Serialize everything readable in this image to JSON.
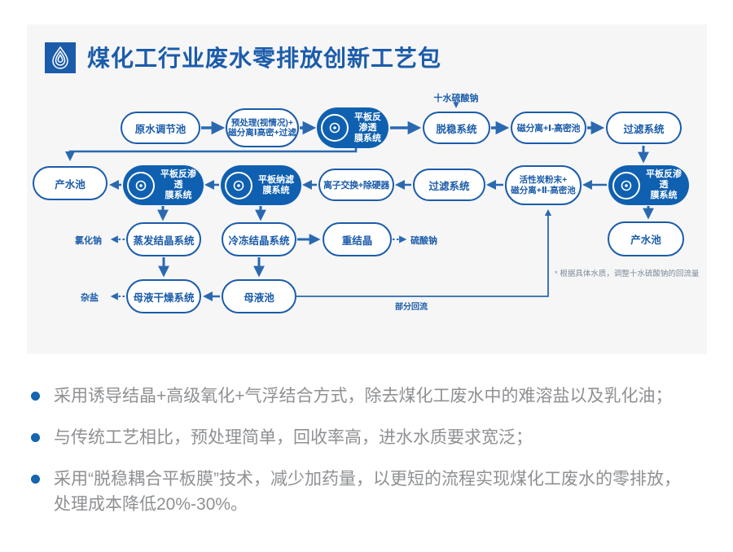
{
  "colors": {
    "blue": "#1b5caa",
    "fillBlue": "#0f60b0",
    "line": "#2a69b0",
    "cardBg": "#f6f6f7",
    "textGray": "#8e9093",
    "noteGray": "#7d8b99",
    "bulletBlue": "#1565b0"
  },
  "header": {
    "title": "煤化工行业废水零排放创新工艺包"
  },
  "flowchart": {
    "nodes": {
      "raw_water": {
        "label": "原水调节池"
      },
      "pretreat": {
        "line1": "预处理(视情况)+",
        "line2": "磁分离Ⅰ高密+过滤"
      },
      "ro_top": {
        "line1": "平板反渗透",
        "line2": "膜系统"
      },
      "destab": {
        "label": "脱稳系统"
      },
      "magsep1": {
        "label": "磁分离+Ⅰ-高密池"
      },
      "filter_top": {
        "label": "过滤系统"
      },
      "product_left": {
        "label": "产水池"
      },
      "ro_left": {
        "line1": "平板反渗透",
        "line2": "膜系统"
      },
      "nf": {
        "line1": "平板纳滤",
        "line2": "膜系统"
      },
      "ion_exchange": {
        "label": "离子交换+除硬器"
      },
      "filter_mid": {
        "label": "过滤系统"
      },
      "carbon": {
        "line1": "活性炭粉末+",
        "line2": "磁分离+Ⅱ-高密池"
      },
      "ro_right": {
        "line1": "平板反渗透",
        "line2": "膜系统"
      },
      "evap": {
        "label": "蒸发结晶系统"
      },
      "freeze": {
        "label": "冷冻结晶系统"
      },
      "recryst": {
        "label": "重结晶"
      },
      "product_right": {
        "label": "产水池"
      },
      "mother_dry": {
        "label": "母液干燥系统"
      },
      "mother_pool": {
        "label": "母液池"
      }
    },
    "annotations": {
      "sodium_sulfate_feed": "十水硫酸钠",
      "nacl": "氯化钠",
      "na2so4": "硫酸钠",
      "mixed_salt": "杂盐",
      "partial_reflux": "部分回流",
      "note": "* 根据具体水质，调整十水硫酸钠的回流量"
    }
  },
  "bullets": [
    "采用诱导结晶+高级氧化+气浮结合方式，除去煤化工废水中的难溶盐以及乳化油；",
    "与传统工艺相比，预处理简单，回收率高，进水水质要求宽泛；",
    "采用“脱稳耦合平板膜”技术，减少加药量，以更短的流程实现煤化工废水的零排放，处理成本降低20%-30%。"
  ]
}
